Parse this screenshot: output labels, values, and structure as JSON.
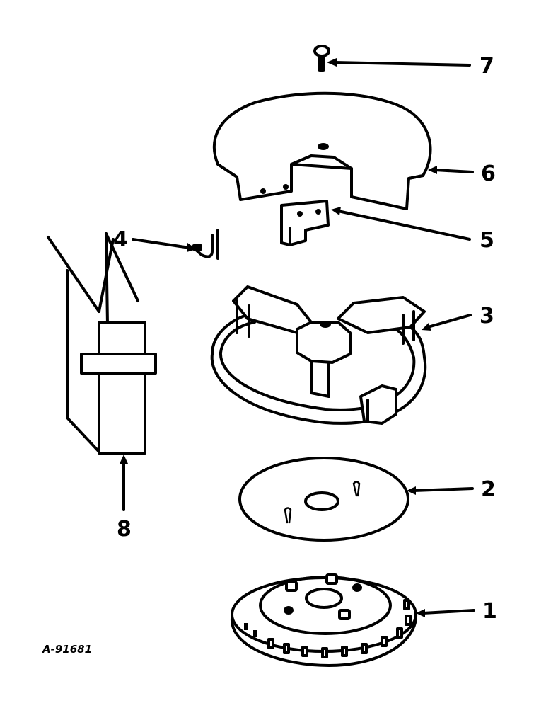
{
  "diagram": {
    "reference_code": "A-91681",
    "callouts": [
      {
        "id": "1",
        "label": "1"
      },
      {
        "id": "2",
        "label": "2"
      },
      {
        "id": "3",
        "label": "3"
      },
      {
        "id": "4",
        "label": "4"
      },
      {
        "id": "5",
        "label": "5"
      },
      {
        "id": "6",
        "label": "6"
      },
      {
        "id": "7",
        "label": "7"
      },
      {
        "id": "8",
        "label": "8"
      }
    ]
  }
}
